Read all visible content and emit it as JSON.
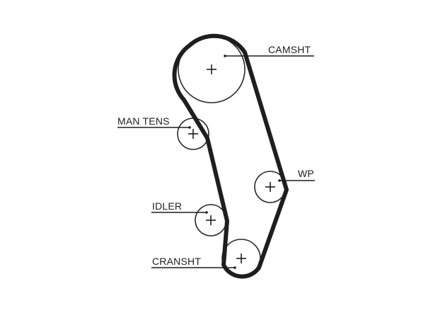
{
  "diagram": {
    "labels": {
      "camshaft": "CAMSHT",
      "manual_tensioner": "MAN TENS",
      "water_pump": "WP",
      "idler": "IDLER",
      "crankshaft": "CRANSHT"
    },
    "colors": {
      "line": "#1e1e1e",
      "background": "#ffffff"
    }
  }
}
